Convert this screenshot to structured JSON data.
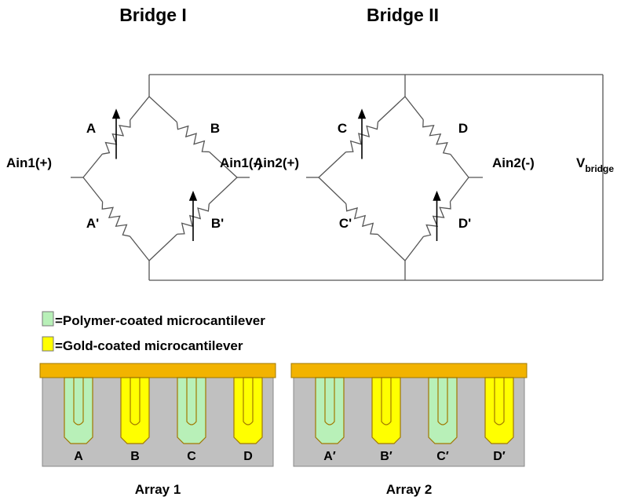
{
  "titles": {
    "bridge1": "Bridge I",
    "bridge2": "Bridge II"
  },
  "bridge1": {
    "resistors": {
      "top_left": "A",
      "top_right": "B",
      "bottom_left": "A'",
      "bottom_right": "B'"
    },
    "left_terminal": "Ain1(+)",
    "right_terminal": "Ain1(-)"
  },
  "bridge2": {
    "resistors": {
      "top_left": "C",
      "top_right": "D",
      "bottom_left": "C'",
      "bottom_right": "D'"
    },
    "left_terminal": "Ain2(+)",
    "right_terminal": "Ain2(-)"
  },
  "supply": {
    "main": "V",
    "sub": "bridge"
  },
  "legend": [
    {
      "text": "=Polymer-coated microcantilever",
      "color": "#b8f0b8"
    },
    {
      "text": "=Gold-coated microcantilever",
      "color": "#ffff00"
    }
  ],
  "arrays": [
    {
      "title": "Array 1",
      "cantilevers": [
        {
          "label": "A",
          "type": "polymer"
        },
        {
          "label": "B",
          "type": "gold"
        },
        {
          "label": "C",
          "type": "polymer"
        },
        {
          "label": "D",
          "type": "gold"
        }
      ]
    },
    {
      "title": "Array 2",
      "cantilevers": [
        {
          "label": "A′",
          "type": "polymer"
        },
        {
          "label": "B′",
          "type": "gold"
        },
        {
          "label": "C′",
          "type": "polymer"
        },
        {
          "label": "D′",
          "type": "gold"
        }
      ]
    }
  ],
  "colors": {
    "wire": "#555555",
    "substrate": "#c0c0c0",
    "base_bar": "#f2b300",
    "outline": "#a07800",
    "gold": "#ffff00",
    "polymer": "#b8f0b8"
  }
}
